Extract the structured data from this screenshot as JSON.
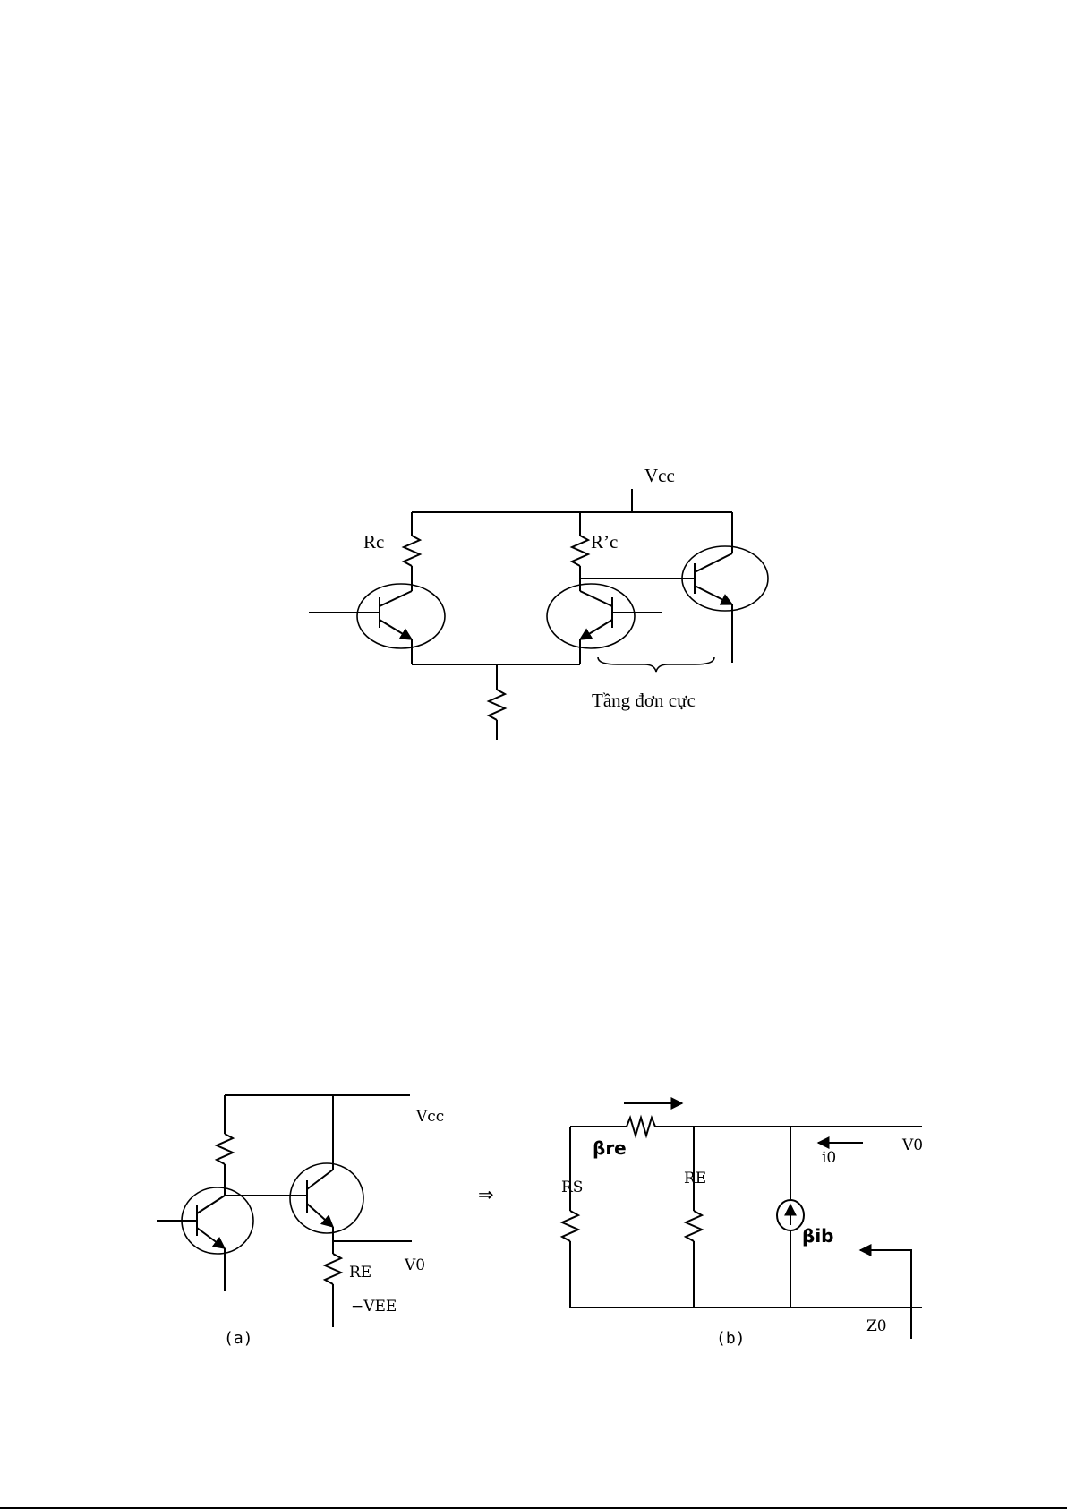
{
  "figure1": {
    "labels": {
      "vcc": "Vcc",
      "rc": "Rc",
      "rc_prime": "R’c",
      "stage": "Tầng đơn cực"
    }
  },
  "figure2": {
    "arrow": "⇒",
    "a": {
      "vcc": "Vcc",
      "re": "RE",
      "vo": "V0",
      "vee": "−VEE",
      "caption": "(a)"
    },
    "b": {
      "beta_re": "βre",
      "rs": "RS",
      "re": "RE",
      "beta_ib": "βib",
      "io": "i0",
      "vo": "V0",
      "zo": "Z0",
      "caption": "(b)"
    }
  }
}
